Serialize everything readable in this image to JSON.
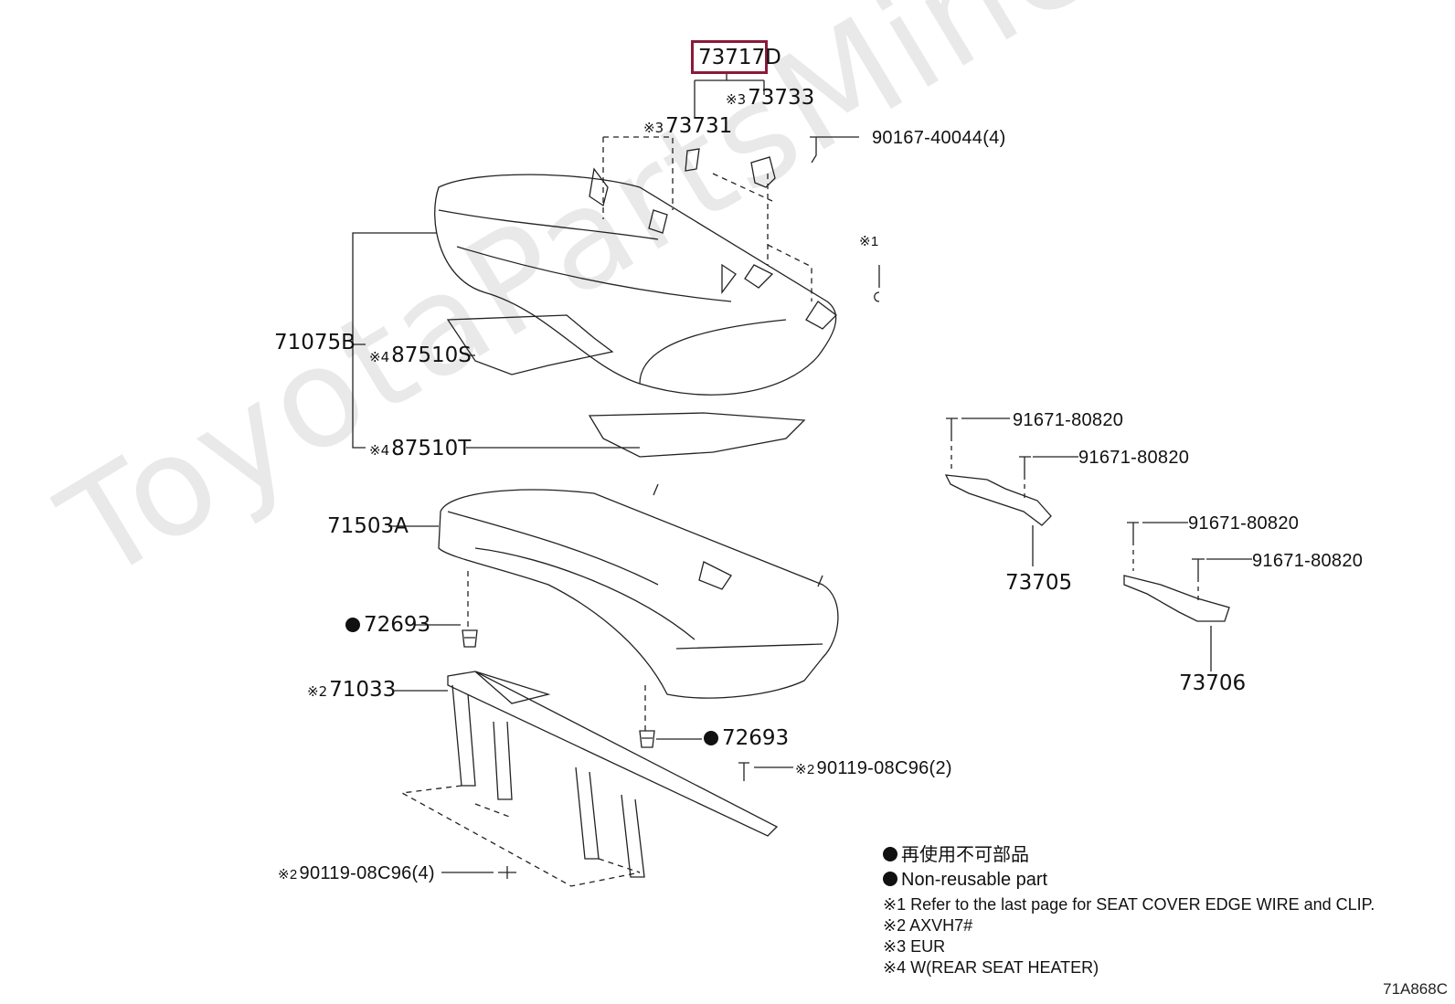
{
  "watermark": "ToyotaPartsMine.ru",
  "diagram_code": "71A868C",
  "highlighted_part": "73717D",
  "parts": {
    "p73733": {
      "mark": "※3",
      "number": "73733"
    },
    "p73731": {
      "mark": "※3",
      "number": "73731"
    },
    "p90167": {
      "number": "90167-40044(4)"
    },
    "p71075B": {
      "number": "71075B"
    },
    "p87510S": {
      "mark": "※4",
      "number": "87510S"
    },
    "p87510T": {
      "mark": "※4",
      "number": "87510T"
    },
    "p71503A": {
      "number": "71503A"
    },
    "p72693a": {
      "number": "72693"
    },
    "p71033": {
      "mark": "※2",
      "number": "71033"
    },
    "p72693b": {
      "number": "72693"
    },
    "p90119a": {
      "mark": "※2",
      "number": "90119-08C96(2)"
    },
    "p90119b": {
      "mark": "※2",
      "number": "90119-08C96(4)"
    },
    "p91671a": {
      "number": "91671-80820"
    },
    "p91671b": {
      "number": "91671-80820"
    },
    "p91671c": {
      "number": "91671-80820"
    },
    "p91671d": {
      "number": "91671-80820"
    },
    "p73705": {
      "number": "73705"
    },
    "p73706": {
      "number": "73706"
    },
    "ref1": {
      "mark": "※1"
    }
  },
  "legend": {
    "line_jp": "再使用不可部品",
    "line_en": "Non-reusable part",
    "notes": [
      "※1 Refer to the last page for SEAT COVER EDGE WIRE and CLIP.",
      "※2 AXVH7#",
      "※3 EUR",
      "※4 W(REAR SEAT HEATER)"
    ]
  },
  "colors": {
    "highlight": "#8b1a3a",
    "ink": "#111111",
    "watermark": "#e9e9e9"
  }
}
